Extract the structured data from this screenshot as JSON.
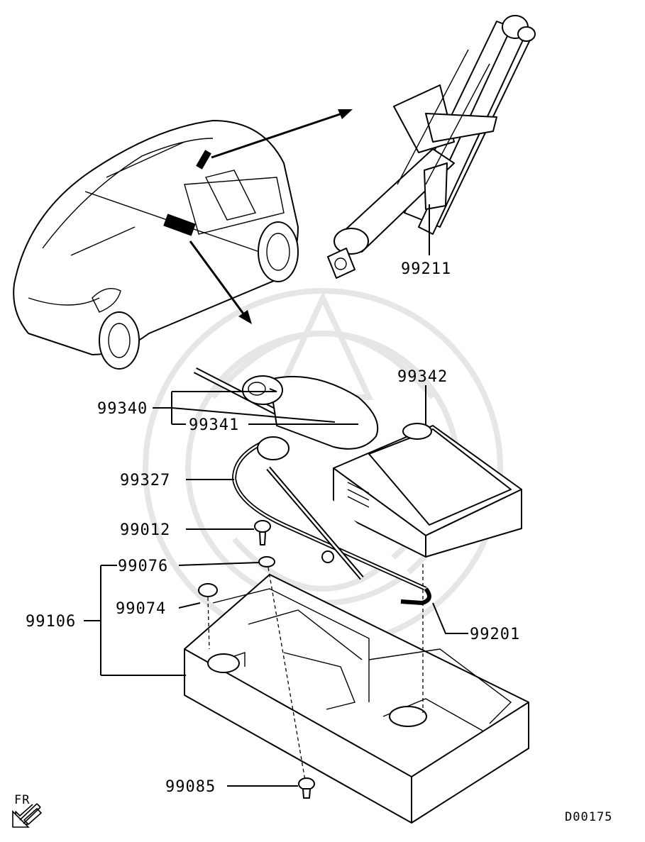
{
  "diagram_code": "D00175",
  "direction_label": "FR",
  "parts": {
    "jack": "99211",
    "motor_rod": "99340",
    "motor_rod_sub": "99341",
    "compressor": "99342",
    "hose": "99327",
    "screw": "99012",
    "clip_a": "99076",
    "cap": "99074",
    "tray_group": "99106",
    "hose_b": "99201",
    "fastener": "99085"
  },
  "icons": {
    "direction": "fr-arrow-icon"
  }
}
